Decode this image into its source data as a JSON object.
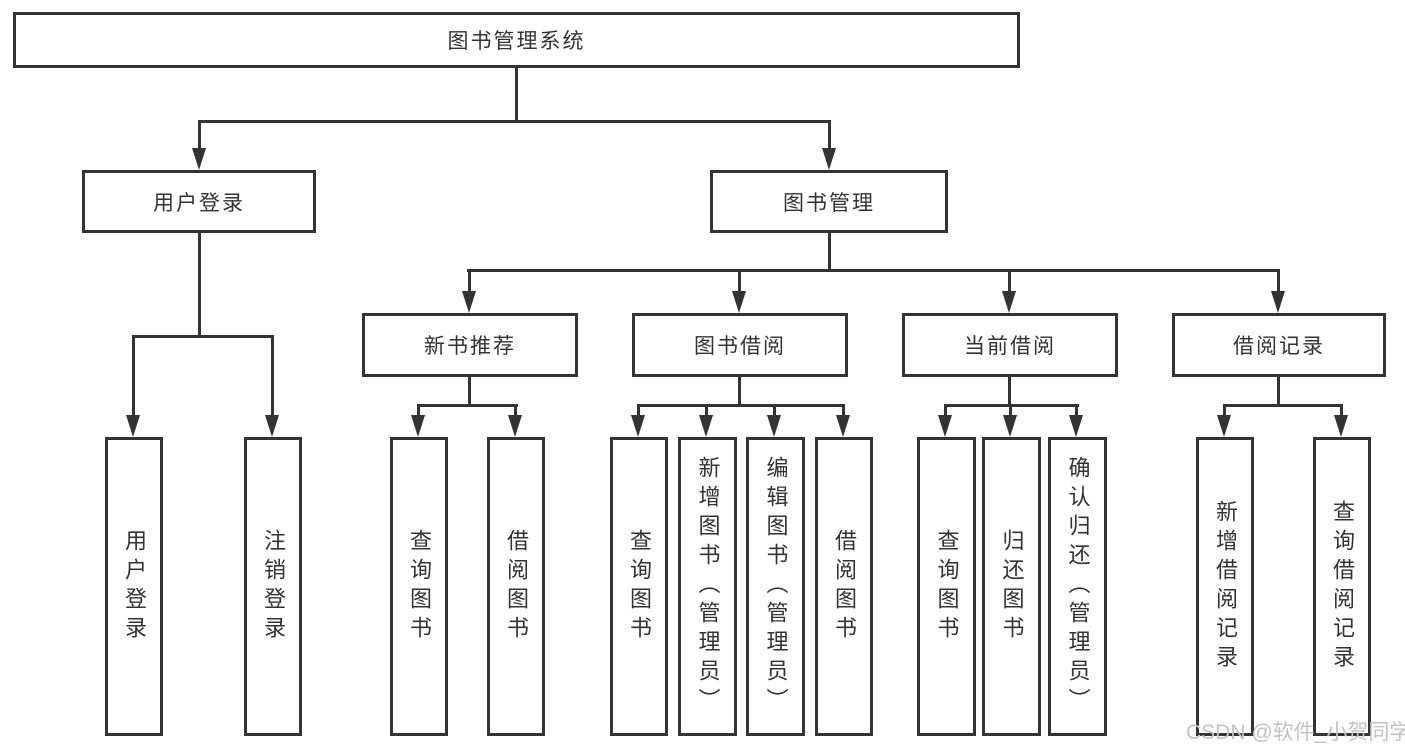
{
  "diagram": {
    "title": "图书管理系统",
    "branches": [
      {
        "label": "用户登录",
        "children": [
          {
            "label": "用户登录"
          },
          {
            "label": "注销登录"
          }
        ]
      },
      {
        "label": "图书管理",
        "children": [
          {
            "label": "新书推荐",
            "children": [
              {
                "label": "查询图书"
              },
              {
                "label": "借阅图书"
              }
            ]
          },
          {
            "label": "图书借阅",
            "children": [
              {
                "label": "查询图书"
              },
              {
                "label": "新增图书（管理员）"
              },
              {
                "label": "编辑图书（管理员）"
              },
              {
                "label": "借阅图书"
              }
            ]
          },
          {
            "label": "当前借阅",
            "children": [
              {
                "label": "查询图书"
              },
              {
                "label": "归还图书"
              },
              {
                "label": "确认归还（管理员）"
              }
            ]
          },
          {
            "label": "借阅记录",
            "children": [
              {
                "label": "新增借阅记录"
              },
              {
                "label": "查询借阅记录"
              }
            ]
          }
        ]
      }
    ]
  },
  "watermark": "CSDN @软件_小贺同学",
  "colors": {
    "line": "#333333",
    "box_border": "#333333",
    "text": "#333333",
    "watermark": "#c3c3c3",
    "background": "#ffffff"
  }
}
